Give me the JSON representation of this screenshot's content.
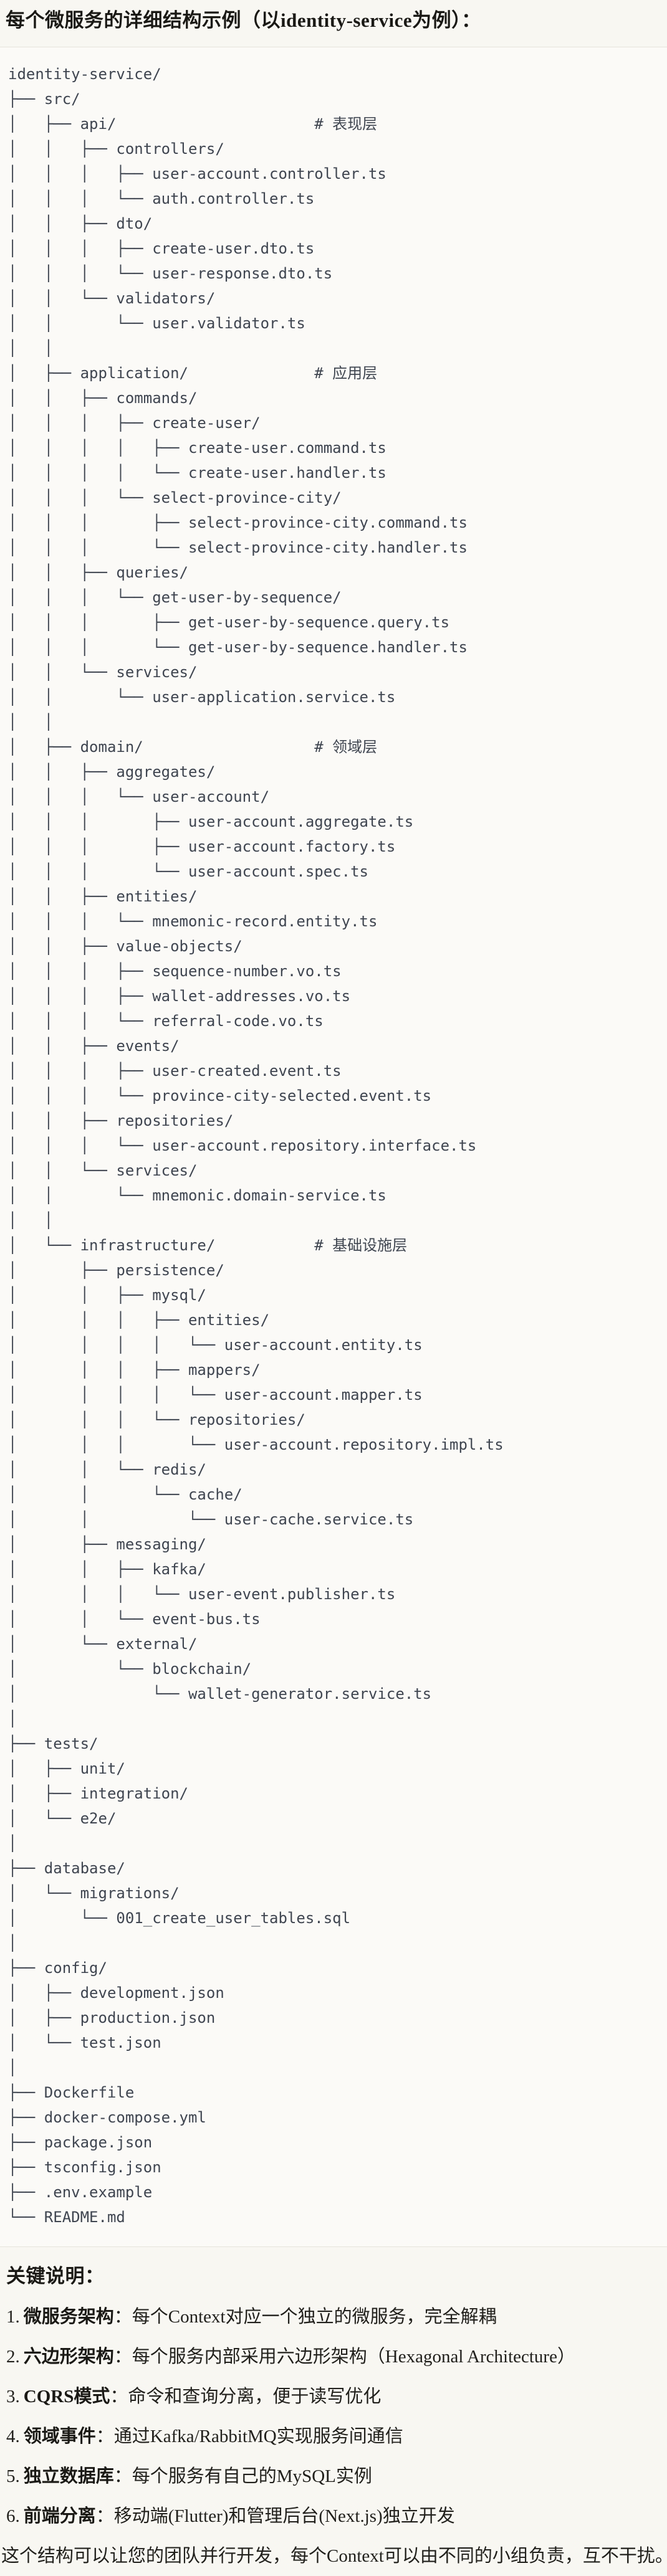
{
  "title": "每个微服务的详细结构示例（以identity-service为例）：",
  "code_block": {
    "lines": [
      "identity-service/",
      "├── src/",
      "│   ├── api/                      # 表现层",
      "│   │   ├── controllers/",
      "│   │   │   ├── user-account.controller.ts",
      "│   │   │   └── auth.controller.ts",
      "│   │   ├── dto/",
      "│   │   │   ├── create-user.dto.ts",
      "│   │   │   └── user-response.dto.ts",
      "│   │   └── validators/",
      "│   │       └── user.validator.ts",
      "│   │",
      "│   ├── application/              # 应用层",
      "│   │   ├── commands/",
      "│   │   │   ├── create-user/",
      "│   │   │   │   ├── create-user.command.ts",
      "│   │   │   │   └── create-user.handler.ts",
      "│   │   │   └── select-province-city/",
      "│   │   │       ├── select-province-city.command.ts",
      "│   │   │       └── select-province-city.handler.ts",
      "│   │   ├── queries/",
      "│   │   │   └── get-user-by-sequence/",
      "│   │   │       ├── get-user-by-sequence.query.ts",
      "│   │   │       └── get-user-by-sequence.handler.ts",
      "│   │   └── services/",
      "│   │       └── user-application.service.ts",
      "│   │",
      "│   ├── domain/                   # 领域层",
      "│   │   ├── aggregates/",
      "│   │   │   └── user-account/",
      "│   │   │       ├── user-account.aggregate.ts",
      "│   │   │       ├── user-account.factory.ts",
      "│   │   │       └── user-account.spec.ts",
      "│   │   ├── entities/",
      "│   │   │   └── mnemonic-record.entity.ts",
      "│   │   ├── value-objects/",
      "│   │   │   ├── sequence-number.vo.ts",
      "│   │   │   ├── wallet-addresses.vo.ts",
      "│   │   │   └── referral-code.vo.ts",
      "│   │   ├── events/",
      "│   │   │   ├── user-created.event.ts",
      "│   │   │   └── province-city-selected.event.ts",
      "│   │   ├── repositories/",
      "│   │   │   └── user-account.repository.interface.ts",
      "│   │   └── services/",
      "│   │       └── mnemonic.domain-service.ts",
      "│   │",
      "│   └── infrastructure/           # 基础设施层",
      "│       ├── persistence/",
      "│       │   ├── mysql/",
      "│       │   │   ├── entities/",
      "│       │   │   │   └── user-account.entity.ts",
      "│       │   │   ├── mappers/",
      "│       │   │   │   └── user-account.mapper.ts",
      "│       │   │   └── repositories/",
      "│       │   │       └── user-account.repository.impl.ts",
      "│       │   └── redis/",
      "│       │       └── cache/",
      "│       │           └── user-cache.service.ts",
      "│       ├── messaging/",
      "│       │   ├── kafka/",
      "│       │   │   └── user-event.publisher.ts",
      "│       │   └── event-bus.ts",
      "│       └── external/",
      "│           └── blockchain/",
      "│               └── wallet-generator.service.ts",
      "│",
      "├── tests/",
      "│   ├── unit/",
      "│   ├── integration/",
      "│   └── e2e/",
      "│",
      "├── database/",
      "│   └── migrations/",
      "│       └── 001_create_user_tables.sql",
      "│",
      "├── config/",
      "│   ├── development.json",
      "│   ├── production.json",
      "│   └── test.json",
      "│",
      "├── Dockerfile",
      "├── docker-compose.yml",
      "├── package.json",
      "├── tsconfig.json",
      "├── .env.example",
      "└── README.md"
    ]
  },
  "notes": {
    "heading": "关键说明：",
    "items": [
      {
        "num": "1.",
        "term": "微服务架构",
        "sep": "：",
        "text": "每个Context对应一个独立的微服务，完全解耦"
      },
      {
        "num": "2.",
        "term": "六边形架构",
        "sep": "：",
        "text": "每个服务内部采用六边形架构（Hexagonal Architecture）"
      },
      {
        "num": "3.",
        "term": "CQRS模式",
        "sep": "：",
        "text": "命令和查询分离，便于读写优化"
      },
      {
        "num": "4.",
        "term": "领域事件",
        "sep": "：",
        "text": "通过Kafka/RabbitMQ实现服务间通信"
      },
      {
        "num": "5.",
        "term": "独立数据库",
        "sep": "：",
        "text": "每个服务有自己的MySQL实例"
      },
      {
        "num": "6.",
        "term": "前端分离",
        "sep": "：",
        "text": "移动端(Flutter)和管理后台(Next.js)独立开发"
      }
    ],
    "footer": "这个结构可以让您的团队并行开发，每个Context可以由不同的小组负责，互不干扰。"
  },
  "colors": {
    "page_bg": "#f8f7f2",
    "block_bg": "#fbfaf7",
    "block_border": "#e6e4dc",
    "code_text": "#3f4550",
    "heading_text": "#1a1915",
    "body_text": "#21201c"
  }
}
